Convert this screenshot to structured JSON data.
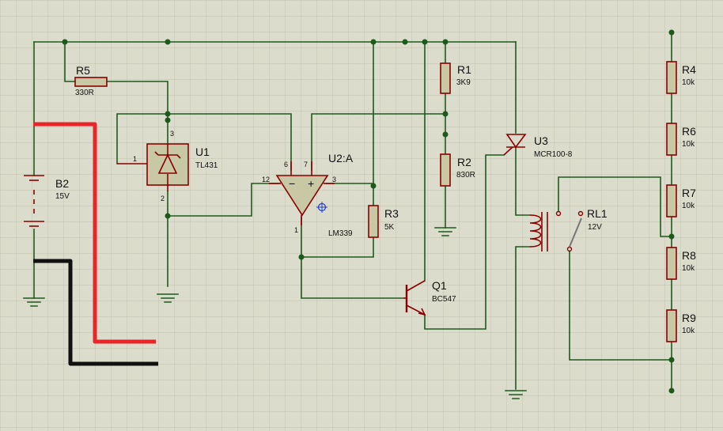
{
  "grid_color": "#c2c2ae",
  "background": "#dcdccc",
  "components": {
    "r5": {
      "ref": "R5",
      "value": "330R"
    },
    "r1": {
      "ref": "R1",
      "value": "3K9"
    },
    "r2": {
      "ref": "R2",
      "value": "830R"
    },
    "r3": {
      "ref": "R3",
      "value": "5K"
    },
    "r4": {
      "ref": "R4",
      "value": "10k"
    },
    "r6": {
      "ref": "R6",
      "value": "10k"
    },
    "r7": {
      "ref": "R7",
      "value": "10k"
    },
    "r8": {
      "ref": "R8",
      "value": "10k"
    },
    "r9": {
      "ref": "R9",
      "value": "10k"
    },
    "u1": {
      "ref": "U1",
      "value": "TL431"
    },
    "u2": {
      "ref": "U2:A",
      "value": "LM339"
    },
    "u3": {
      "ref": "U3",
      "value": "MCR100-8"
    },
    "q1": {
      "ref": "Q1",
      "value": "BC547"
    },
    "b2": {
      "ref": "B2",
      "value": "15V"
    },
    "rl1": {
      "ref": "RL1",
      "value": "12V"
    }
  },
  "pins": {
    "u1_ref": "1",
    "u1_cathode": "3",
    "u1_anode": "2",
    "u2_in_minus": "12",
    "u2_in_plus": "3",
    "u2_vcc": "6",
    "u2_gnd": "7",
    "u2_out": "1"
  },
  "colors": {
    "wire": "#1c5a1c",
    "component": "#8a0000",
    "probe_red": "#e8262a",
    "probe_black": "#111111"
  }
}
